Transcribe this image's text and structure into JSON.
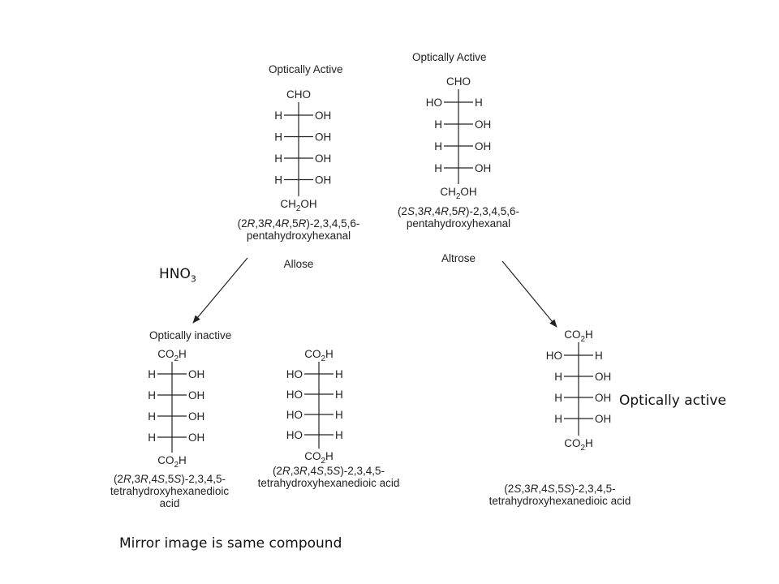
{
  "reagent": {
    "formula": "HNO",
    "subscript": "3"
  },
  "notes": {
    "right_activity": "Optically active",
    "mirror_note": "Mirror image is same compound"
  },
  "structures": [
    {
      "id": "allose",
      "activity": "Optically Active",
      "top": [
        "CHO"
      ],
      "rows": [
        [
          "H",
          "OH"
        ],
        [
          "H",
          "OH"
        ],
        [
          "H",
          "OH"
        ],
        [
          "H",
          "OH"
        ]
      ],
      "bottom": [
        "CH",
        "2",
        "OH"
      ],
      "iupac_parts": [
        "(2",
        "R",
        ",3",
        "R",
        ",4",
        "R",
        ",5",
        "R",
        ")-2,3,4,5,6-"
      ],
      "iupac_line2": "pentahydroxyhexanal",
      "iupac_line3": "",
      "name": "Allose"
    },
    {
      "id": "altrose",
      "activity": "Optically Active",
      "top": [
        "CHO"
      ],
      "rows": [
        [
          "HO",
          "H"
        ],
        [
          "H",
          "OH"
        ],
        [
          "H",
          "OH"
        ],
        [
          "H",
          "OH"
        ]
      ],
      "bottom": [
        "CH",
        "2",
        "OH"
      ],
      "iupac_parts": [
        "(2",
        "S",
        ",3",
        "R",
        ",4",
        "R",
        ",5",
        "R",
        ")-2,3,4,5,6-"
      ],
      "iupac_line2": "pentahydroxyhexanal",
      "iupac_line3": "",
      "name": "Altrose"
    },
    {
      "id": "allaric-acid",
      "activity": "Optically inactive",
      "top": [
        "CO",
        "2",
        "H"
      ],
      "rows": [
        [
          "H",
          "OH"
        ],
        [
          "H",
          "OH"
        ],
        [
          "H",
          "OH"
        ],
        [
          "H",
          "OH"
        ]
      ],
      "bottom": [
        "CO",
        "2",
        "H"
      ],
      "iupac_parts": [
        "(2",
        "R",
        ",3",
        "R",
        ",4",
        "S",
        ",5",
        "S",
        ")-2,3,4,5-"
      ],
      "iupac_line2": "tetrahydroxyhexanedioic",
      "iupac_line3": "acid",
      "name": ""
    },
    {
      "id": "allaric-acid-mirror",
      "activity": "",
      "top": [
        "CO",
        "2",
        "H"
      ],
      "rows": [
        [
          "HO",
          "H"
        ],
        [
          "HO",
          "H"
        ],
        [
          "HO",
          "H"
        ],
        [
          "HO",
          "H"
        ]
      ],
      "bottom": [
        "CO",
        "2",
        "H"
      ],
      "iupac_parts": [
        "(2",
        "R",
        ",3",
        "R",
        ",4",
        "S",
        ",5",
        "S",
        ")-2,3,4,5-"
      ],
      "iupac_line2": "tetrahydroxyhexanedioic acid",
      "iupac_line3": "",
      "name": ""
    },
    {
      "id": "altraric-acid",
      "activity": "",
      "top": [
        "CO",
        "2",
        "H"
      ],
      "rows": [
        [
          "HO",
          "H"
        ],
        [
          "H",
          "OH"
        ],
        [
          "H",
          "OH"
        ],
        [
          "H",
          "OH"
        ]
      ],
      "bottom": [
        "CO",
        "2",
        "H"
      ],
      "iupac_parts": [
        "(2",
        "S",
        ",3",
        "R",
        ",4",
        "S",
        ",5",
        "S",
        ")-2,3,4,5-"
      ],
      "iupac_line2": "tetrahydroxyhexanedioic acid",
      "iupac_line3": "",
      "name": ""
    }
  ]
}
